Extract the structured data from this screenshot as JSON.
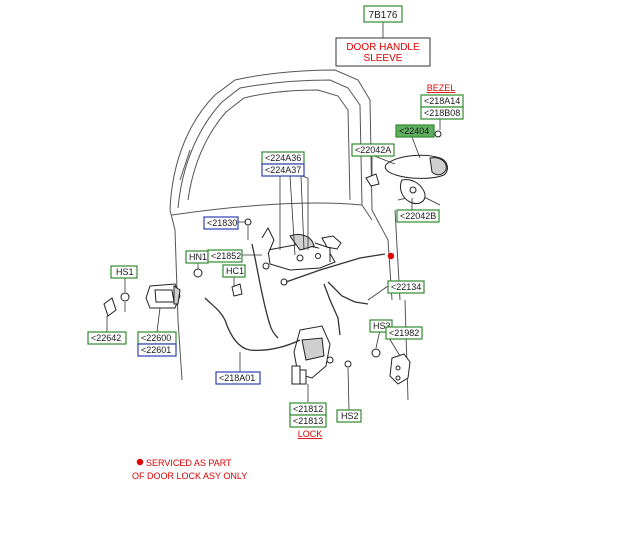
{
  "title_box": {
    "code": "7B176",
    "name_line1": "DOOR HANDLE",
    "name_line2": "SLEEVE"
  },
  "bezel": {
    "label": "BEZEL"
  },
  "lock": {
    "label": "LOCK"
  },
  "note": {
    "line1": "SERVICED AS PART",
    "line2": "OF DOOR LOCK ASY ONLY",
    "dot_color": "#e00000"
  },
  "parts": {
    "p218A14": "<218A14",
    "p218B08": "<218B08",
    "p22404": "<22404",
    "p22042A": "<22042A",
    "p22042B": "<22042B",
    "p224A36": "<224A36",
    "p224A37": "<224A37",
    "p21830": "<21830",
    "pHN1": "HN1",
    "p21852": "<21852",
    "pHC1": "HC1",
    "pHS1": "HS1",
    "p22642": "<22642",
    "p22600": "<22600",
    "p22601": "<22601",
    "p218A01": "<218A01",
    "p22134": "<22134",
    "pHS3": "HS3",
    "p21982": "<21982",
    "p21812": "<21812",
    "p21813": "<21813",
    "pHS2": "HS2"
  },
  "colors": {
    "green": "#2e8b2e",
    "blue": "#2f3fb0",
    "red": "#e00000",
    "highlight": "#5fae5f"
  }
}
